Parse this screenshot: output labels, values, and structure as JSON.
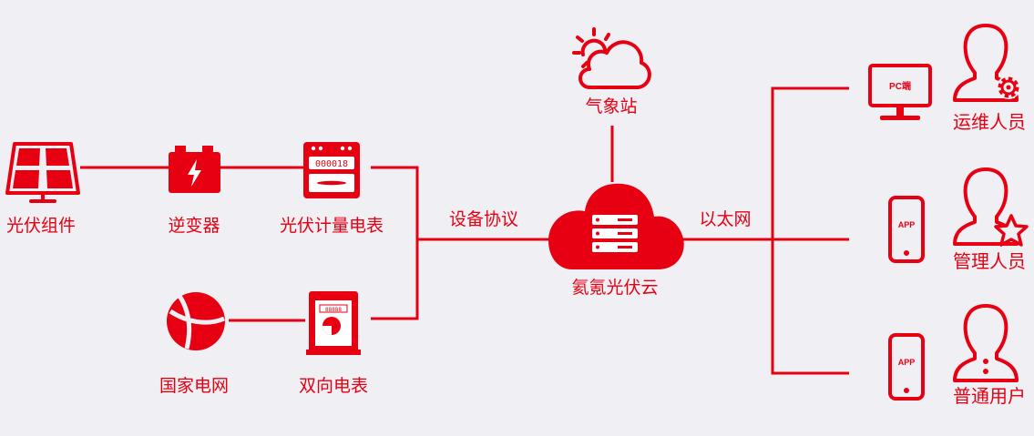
{
  "colors": {
    "brand": "#e60012",
    "background": "#f0eff4"
  },
  "nodes": {
    "pv_module": {
      "label": "光伏组件",
      "icon": "solar-panel-icon"
    },
    "inverter": {
      "label": "逆变器",
      "icon": "battery-bolt-icon"
    },
    "pv_meter": {
      "label": "光伏计量电表",
      "icon": "electric-meter-icon",
      "display": "000018"
    },
    "grid": {
      "label": "国家电网",
      "icon": "globe-icon"
    },
    "bidirectional_meter": {
      "label": "双向电表",
      "icon": "bidirectional-meter-icon",
      "display": "88888"
    },
    "weather_station": {
      "label": "气象站",
      "icon": "sun-cloud-icon"
    },
    "cloud": {
      "label": "氦氪光伏云",
      "icon": "cloud-server-icon"
    },
    "pc": {
      "label": "PC端",
      "icon": "monitor-icon"
    },
    "app1": {
      "label": "APP",
      "icon": "phone-icon"
    },
    "app2": {
      "label": "APP",
      "icon": "phone-icon"
    },
    "ops_staff": {
      "label": "运维人员",
      "icon": "user-gear-icon"
    },
    "admin_staff": {
      "label": "管理人员",
      "icon": "user-star-icon"
    },
    "regular_user": {
      "label": "普通用户",
      "icon": "user-icon"
    }
  },
  "edges": {
    "device_protocol": "设备协议",
    "ethernet": "以太网"
  }
}
